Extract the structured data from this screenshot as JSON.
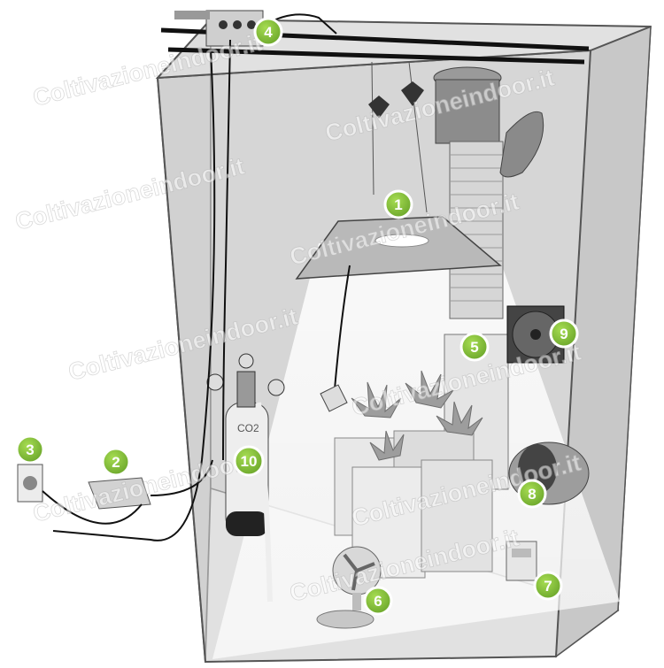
{
  "badges": [
    "1",
    "2",
    "3",
    "4",
    "5",
    "6",
    "7",
    "8",
    "9",
    "10"
  ],
  "co2_label": "CO2",
  "watermark": "Coltivazioneindoor.it",
  "colors": {
    "badge_fill": "#8cc63f",
    "badge_ring": "#ffffff",
    "tent_wall": "#d8d8d8",
    "tent_edge": "#555555",
    "light_beam": "#ffffff",
    "equipment": "#9a9a9a",
    "cable": "#111111"
  }
}
